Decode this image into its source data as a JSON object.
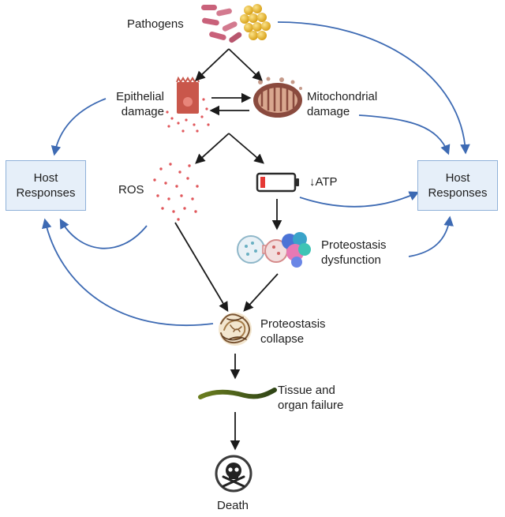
{
  "nodes": {
    "pathogens": "Pathogens",
    "epithelial_damage": "Epithelial\ndamage",
    "mitochondrial_damage": "Mitochondrial\ndamage",
    "ros": "ROS",
    "atp": "↓ATP",
    "proteostasis_dysfunction": "Proteostasis\ndysfunction",
    "proteostasis_collapse": "Proteostasis\ncollapse",
    "tissue_organ_failure": "Tissue and\norgan failure",
    "death": "Death",
    "host_responses_left": "Host\nResponses",
    "host_responses_right": "Host\nResponses"
  },
  "icons": [
    "bacteria-icon",
    "epithelial-cell-icon",
    "mitochondrion-icon",
    "ros-particles-icon",
    "low-battery-icon",
    "proteostasis-icon",
    "protein-aggregate-icon",
    "worm-icon",
    "skull-crossbones-icon"
  ],
  "colors": {
    "black_arrow": "#1a1a1a",
    "blue_arrow": "#3d6ab3",
    "box_fill": "#e6eff9",
    "box_border": "#8fb1d9",
    "ros_dots": "#e0575b",
    "battery_red": "#e53935"
  }
}
